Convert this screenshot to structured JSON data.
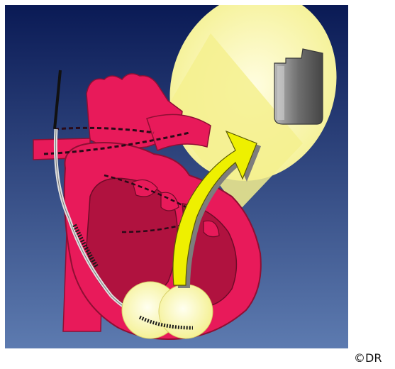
{
  "illustration": {
    "colors": {
      "background_top": "#0a1a55",
      "background_bottom": "#5d7bb0",
      "heart": "#e81a5a",
      "heart_dark": "#b0123f",
      "spotlight": "#f4f08e",
      "arrow": "#eef000",
      "arrow_edge": "#7d7d7d",
      "canister": "#7a7a7a",
      "lead": "#e0e0e0"
    },
    "icons": [
      "heart-illustration",
      "pacing-lead",
      "lead-coil",
      "yellow-arrow",
      "device-canister-icon"
    ]
  },
  "credit": {
    "text": "©DR"
  }
}
